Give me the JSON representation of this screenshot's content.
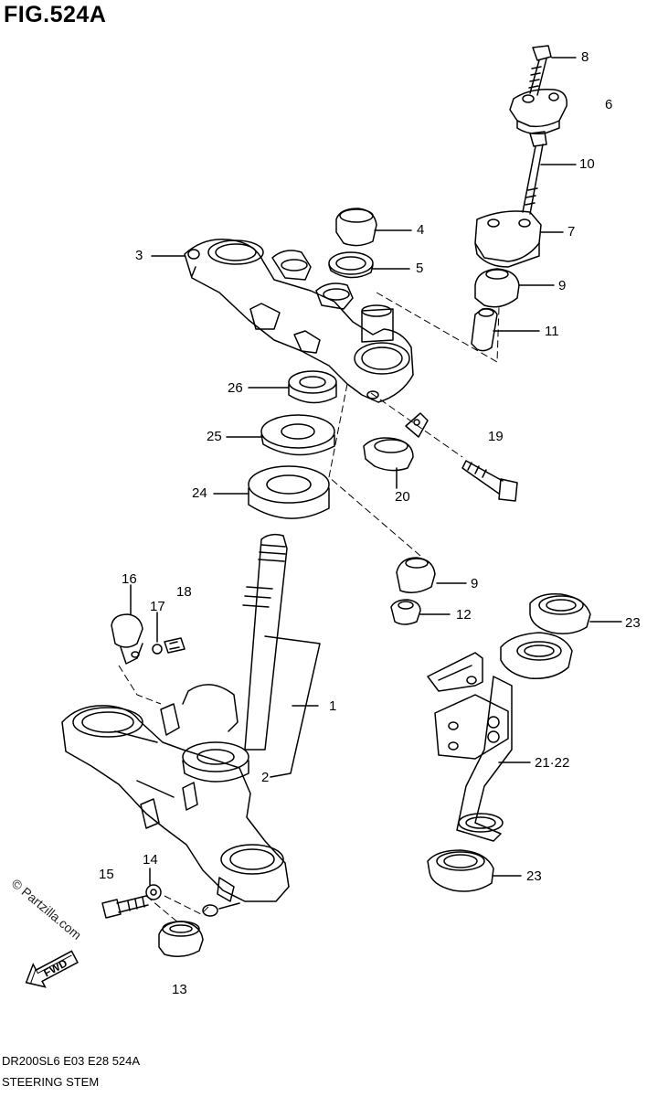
{
  "figure": {
    "title": "FIG.524A",
    "code": "DR200SL6  E03  E28  524A",
    "name": "STEERING STEM",
    "watermark": "© Partzilla.com",
    "fwd_label": "FWD"
  },
  "callouts": [
    {
      "key": "c8",
      "text": "8"
    },
    {
      "key": "c6",
      "text": "6"
    },
    {
      "key": "c10",
      "text": "10"
    },
    {
      "key": "c4",
      "text": "4"
    },
    {
      "key": "c7",
      "text": "7"
    },
    {
      "key": "c3",
      "text": "3"
    },
    {
      "key": "c5",
      "text": "5"
    },
    {
      "key": "c9a",
      "text": "9"
    },
    {
      "key": "c11",
      "text": "11"
    },
    {
      "key": "c26",
      "text": "26"
    },
    {
      "key": "c25",
      "text": "25"
    },
    {
      "key": "c19",
      "text": "19"
    },
    {
      "key": "c24",
      "text": "24"
    },
    {
      "key": "c20",
      "text": "20"
    },
    {
      "key": "c16",
      "text": "16"
    },
    {
      "key": "c18",
      "text": "18"
    },
    {
      "key": "c17",
      "text": "17"
    },
    {
      "key": "c9b",
      "text": "9"
    },
    {
      "key": "c12",
      "text": "12"
    },
    {
      "key": "c23a",
      "text": "23"
    },
    {
      "key": "c1",
      "text": "1"
    },
    {
      "key": "c2",
      "text": "2"
    },
    {
      "key": "c2122",
      "text": "21·22"
    },
    {
      "key": "c14",
      "text": "14"
    },
    {
      "key": "c15",
      "text": "15"
    },
    {
      "key": "c23b",
      "text": "23"
    },
    {
      "key": "c13",
      "text": "13"
    }
  ]
}
